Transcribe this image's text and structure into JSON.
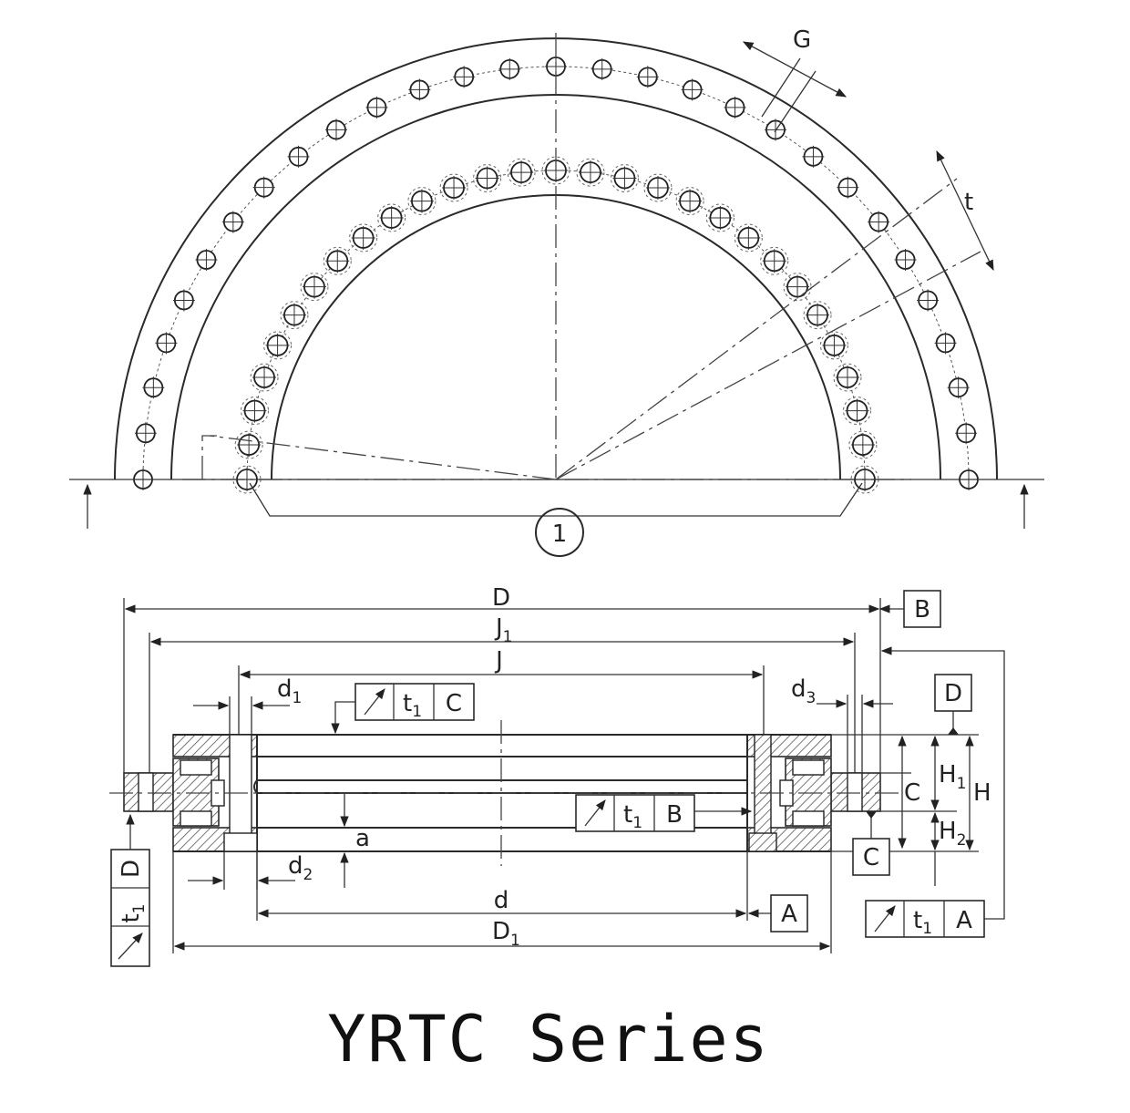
{
  "labels": {
    "G": "G",
    "t": "t",
    "marker_1": "1",
    "D": "D",
    "J1": "J",
    "J1_sub": "1",
    "J": "J",
    "d1": "d",
    "d1_sub": "1",
    "d2": "d",
    "d2_sub": "2",
    "d3": "d",
    "d3_sub": "3",
    "a": "a",
    "d": "d",
    "D1": "D",
    "D1_sub": "1",
    "C": "C",
    "H1": "H",
    "H1_sub": "1",
    "H2": "H",
    "H2_sub": "2",
    "H": "H"
  },
  "datum_boxes": {
    "B": "B",
    "D": "D",
    "C": "C",
    "A": "A"
  },
  "tolerance_frames": [
    {
      "id": "top",
      "symbol": "runout-arrow",
      "value": "t",
      "value_sub": "1",
      "datum": "C"
    },
    {
      "id": "middle",
      "symbol": "runout-arrow",
      "value": "t",
      "value_sub": "1",
      "datum": "B"
    },
    {
      "id": "right",
      "symbol": "runout-arrow",
      "value": "t",
      "value_sub": "1",
      "datum": "A"
    },
    {
      "id": "left",
      "symbol": "runout-arrow",
      "value": "t",
      "value_sub": "1",
      "datum": "D"
    }
  ],
  "caption": "YRTC Series"
}
